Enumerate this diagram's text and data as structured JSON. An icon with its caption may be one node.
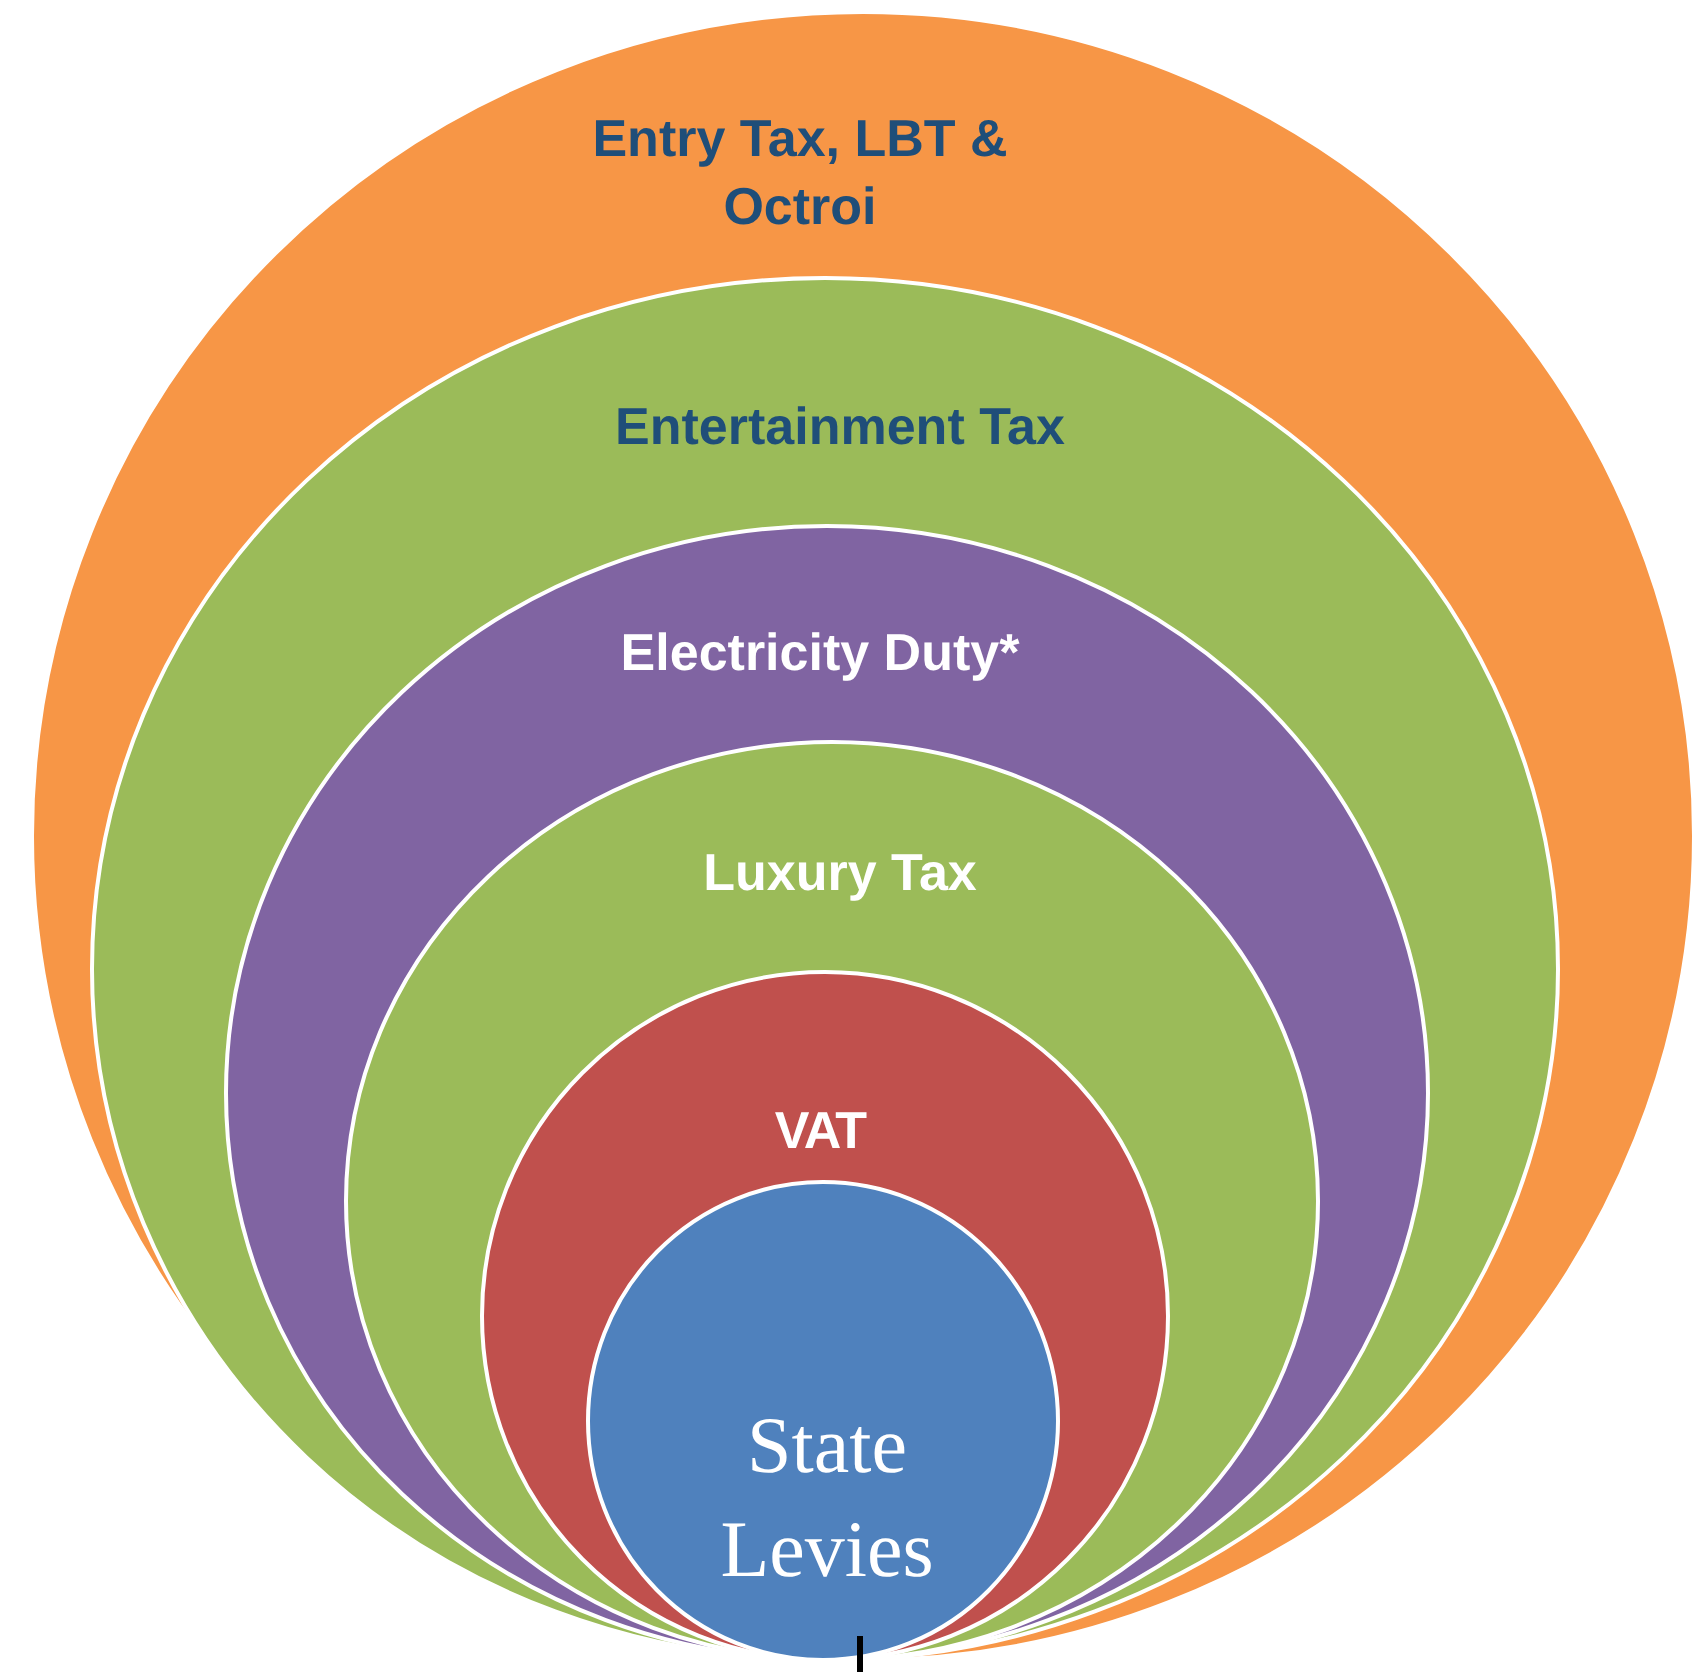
{
  "diagram": {
    "nodes": [
      {
        "text": [
          "Entry Tax, LBT & Octroi"
        ]
      },
      {
        "text": [
          "Entertainment Tax"
        ],
        "in": 0
      },
      {
        "text": [
          "Electricity Duty*"
        ],
        "in": 1
      },
      {
        "text": [
          "Luxury Tax"
        ],
        "in": 2
      },
      {
        "text": [
          "VAT"
        ],
        "in": 3
      },
      {
        "text": [
          "State Levies"
        ],
        "in": 4
      }
    ]
  }
}
